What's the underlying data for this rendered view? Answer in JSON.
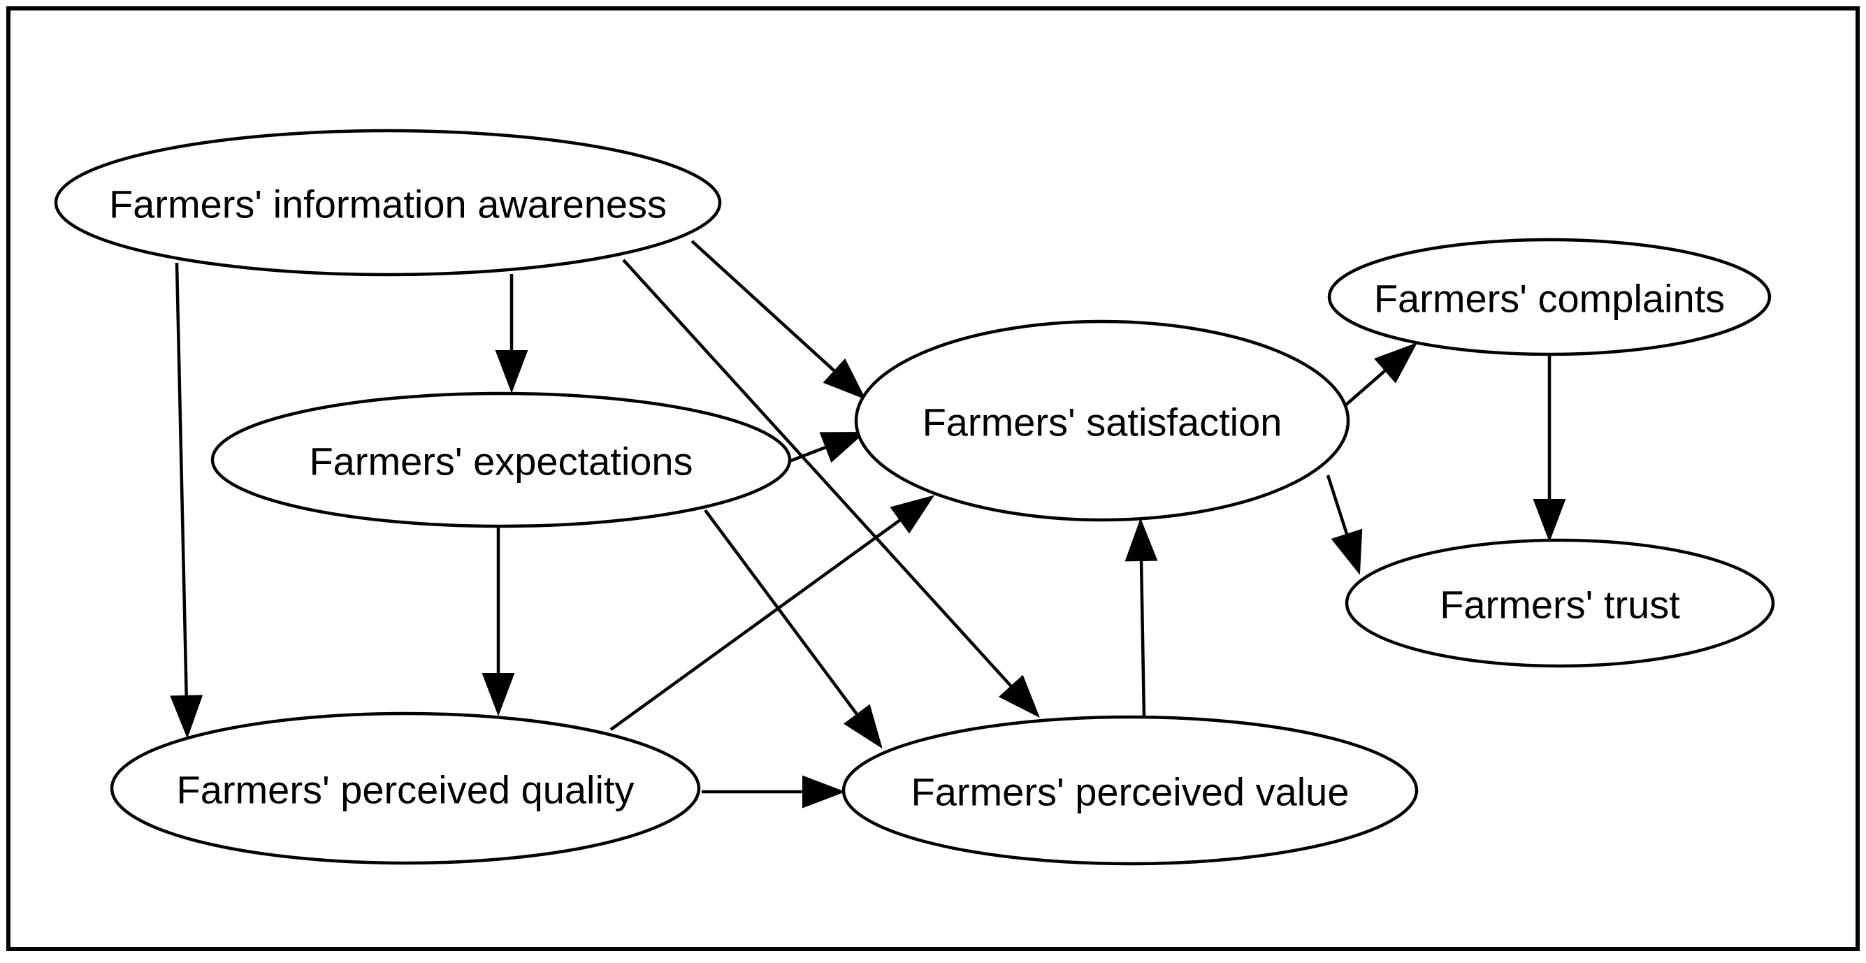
{
  "nodes": [
    {
      "id": "information_awareness",
      "label": "Farmers' information awareness"
    },
    {
      "id": "expectations",
      "label": "Farmers' expectations"
    },
    {
      "id": "perceived_quality",
      "label": "Farmers' perceived quality"
    },
    {
      "id": "perceived_value",
      "label": "Farmers' perceived value"
    },
    {
      "id": "satisfaction",
      "label": "Farmers' satisfaction"
    },
    {
      "id": "complaints",
      "label": "Farmers' complaints"
    },
    {
      "id": "trust",
      "label": "Farmers' trust"
    }
  ],
  "edges": [
    {
      "from": "information_awareness",
      "to": "expectations"
    },
    {
      "from": "information_awareness",
      "to": "perceived_quality"
    },
    {
      "from": "information_awareness",
      "to": "satisfaction"
    },
    {
      "from": "information_awareness",
      "to": "perceived_value"
    },
    {
      "from": "expectations",
      "to": "satisfaction"
    },
    {
      "from": "expectations",
      "to": "perceived_quality"
    },
    {
      "from": "expectations",
      "to": "perceived_value"
    },
    {
      "from": "perceived_quality",
      "to": "satisfaction"
    },
    {
      "from": "perceived_quality",
      "to": "perceived_value"
    },
    {
      "from": "perceived_value",
      "to": "satisfaction"
    },
    {
      "from": "satisfaction",
      "to": "complaints"
    },
    {
      "from": "satisfaction",
      "to": "trust"
    },
    {
      "from": "complaints",
      "to": "trust"
    }
  ]
}
